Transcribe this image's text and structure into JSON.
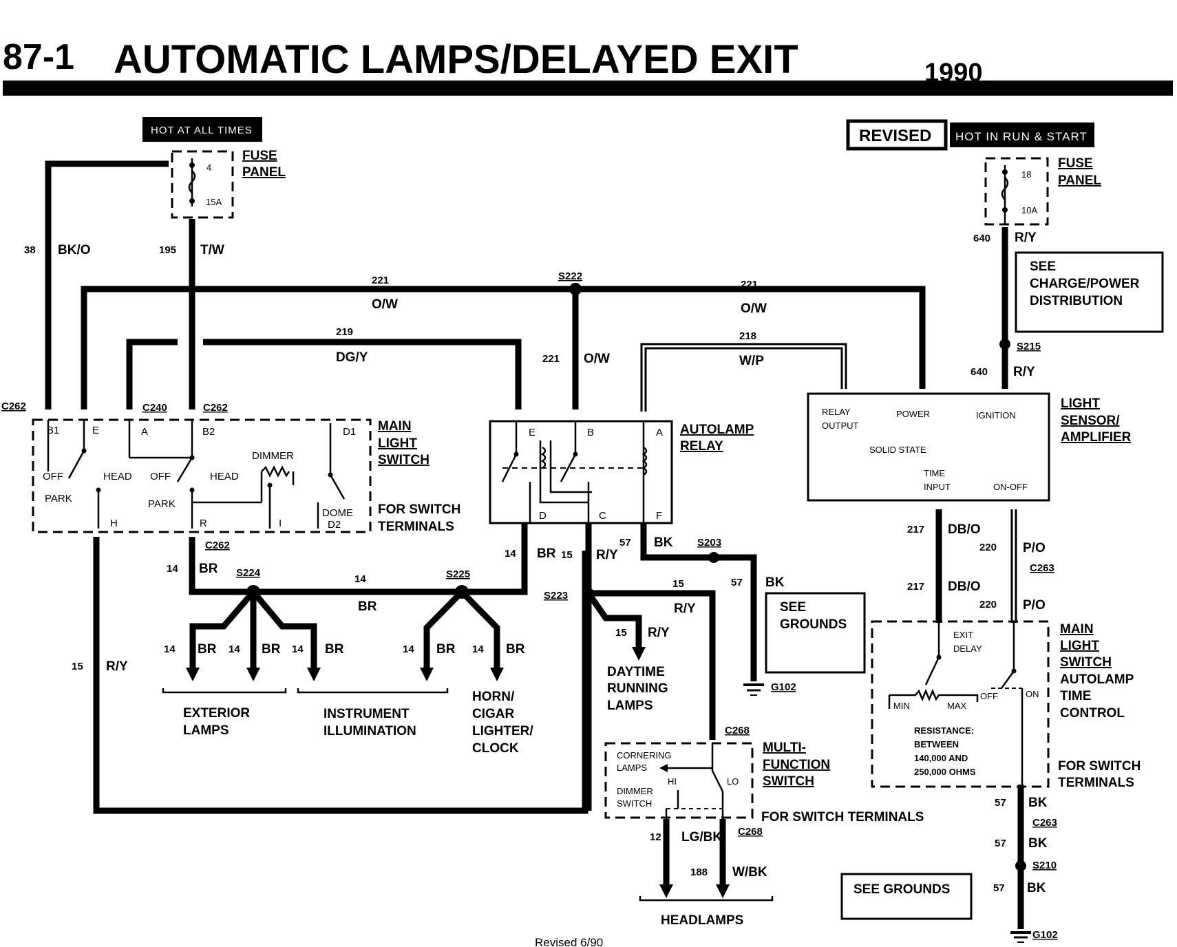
{
  "header": {
    "page_number": "87-1",
    "title": "AUTOMATIC LAMPS/DELAYED EXIT",
    "year": "1990"
  },
  "badges": {
    "hot_at_all_times": "HOT AT ALL TIMES",
    "revised": "REVISED",
    "hot_in_run_start": "HOT IN RUN & START"
  },
  "fuse_panel_left": {
    "label1": "FUSE",
    "label2": "PANEL",
    "fuse_no": "4",
    "rating": "15A"
  },
  "fuse_panel_right": {
    "label1": "FUSE",
    "label2": "PANEL",
    "fuse_no": "18",
    "rating": "10A"
  },
  "wires": {
    "w38_no": "38",
    "w38_color": "BK/O",
    "w195_no": "195",
    "w195_color": "T/W",
    "w221a_no": "221",
    "w221a_color": "O/W",
    "s222": "S222",
    "w221b_no": "221",
    "w221b_color": "O/W",
    "w219_no": "219",
    "w219_color": "DG/Y",
    "w221c_no": "221",
    "w221c_color": "O/W",
    "w218_no": "218",
    "w218_color": "W/P",
    "w640a_no": "640",
    "w640a_color": "R/Y",
    "s215": "S215",
    "w640b_no": "640",
    "w640b_color": "R/Y",
    "w14a_no": "14",
    "w14a_color": "BR",
    "w15a_no": "15",
    "w15a_color": "R/Y",
    "w57a_no": "57",
    "w57a_color": "BK",
    "s203": "S203",
    "w57b_no": "57",
    "w57b_color": "BK",
    "w14b_no": "14",
    "w14b_color": "BR",
    "s224": "S224",
    "s225": "S225",
    "w14c_no": "14",
    "w14c_color": "BR",
    "s223": "S223",
    "w15b_no": "15",
    "w15b_color": "R/Y",
    "w15c_no": "15",
    "w15c_color": "R/Y",
    "w15d_no": "15",
    "w15d_color": "R/Y",
    "w217a_no": "217",
    "w217a_color": "DB/O",
    "w220a_no": "220",
    "w220a_color": "P/O",
    "w217b_no": "217",
    "w217b_color": "DB/O",
    "w220b_no": "220",
    "w220b_color": "P/O",
    "w57c_no": "57",
    "w57c_color": "BK",
    "w57d_no": "57",
    "w57d_color": "BK",
    "s210": "S210",
    "w57e_no": "57",
    "w57e_color": "BK",
    "w12_no": "12",
    "w12_color": "LG/BK",
    "w188_no": "188",
    "w188_color": "W/BK"
  },
  "branch_labels": [
    {
      "no": "14",
      "color": "BR"
    },
    {
      "no": "14",
      "color": "BR"
    },
    {
      "no": "14",
      "color": "BR"
    },
    {
      "no": "14",
      "color": "BR"
    },
    {
      "no": "14",
      "color": "BR"
    }
  ],
  "connectors": {
    "c262_left": "C262",
    "c240": "C240",
    "c262_mid": "C262",
    "c262_bottom": "C262",
    "c263_a": "C263",
    "c263_b": "C263",
    "c268_a": "C268",
    "c268_b": "C268",
    "g102_a": "G102",
    "g102_b": "G102"
  },
  "main_light_switch": {
    "title1": "MAIN",
    "title2": "LIGHT",
    "title3": "SWITCH",
    "note1": "FOR SWITCH",
    "note2": "TERMINALS",
    "terms": [
      "B1",
      "E",
      "A",
      "B2",
      "D1",
      "H",
      "R",
      "I",
      "D2"
    ],
    "labels": [
      "OFF",
      "HEAD",
      "OFF",
      "HEAD",
      "PARK",
      "PARK",
      "DIMMER",
      "DOME"
    ]
  },
  "autolamp_relay": {
    "title1": "AUTOLAMP",
    "title2": "RELAY",
    "terms": [
      "E",
      "B",
      "A",
      "D",
      "C",
      "F"
    ]
  },
  "light_sensor": {
    "title1": "LIGHT",
    "title2": "SENSOR/",
    "title3": "AMPLIFIER",
    "relay_output1": "RELAY",
    "relay_output2": "OUTPUT",
    "power": "POWER",
    "ignition": "IGNITION",
    "solid_state": "SOLID STATE",
    "time_input1": "TIME",
    "time_input2": "INPUT",
    "on_off": "ON-OFF"
  },
  "see_charge": {
    "line1": "SEE",
    "line2": "CHARGE/POWER",
    "line3": "DISTRIBUTION"
  },
  "see_grounds_a": {
    "line1": "SEE",
    "line2": "GROUNDS"
  },
  "see_grounds_b": "SEE GROUNDS",
  "loads": {
    "exterior1": "EXTERIOR",
    "exterior2": "LAMPS",
    "instrument1": "INSTRUMENT",
    "instrument2": "ILLUMINATION",
    "horn1": "HORN/",
    "horn2": "CIGAR",
    "horn3": "LIGHTER/",
    "horn4": "CLOCK",
    "daytime1": "DAYTIME",
    "daytime2": "RUNNING",
    "daytime3": "LAMPS",
    "headlamps": "HEADLAMPS"
  },
  "multifunction": {
    "title1": "MULTI-",
    "title2": "FUNCTION",
    "title3": "SWITCH",
    "note": "FOR SWITCH TERMINALS",
    "cornering1": "CORNERING",
    "cornering2": "LAMPS",
    "dimmer1": "DIMMER",
    "dimmer2": "SWITCH",
    "hi": "HI",
    "lo": "LO"
  },
  "exit_delay": {
    "title1": "MAIN",
    "title2": "LIGHT",
    "title3": "SWITCH",
    "title4": "AUTOLAMP",
    "title5": "TIME",
    "title6": "CONTROL",
    "note1": "FOR SWITCH",
    "note2": "TERMINALS",
    "exit1": "EXIT",
    "exit2": "DELAY",
    "min": "MIN",
    "max": "MAX",
    "off": "OFF",
    "on": "ON",
    "res1": "RESISTANCE:",
    "res2": "BETWEEN",
    "res3": "140,000 AND",
    "res4": "250,000 OHMS"
  },
  "footer": "Revised 6/90"
}
